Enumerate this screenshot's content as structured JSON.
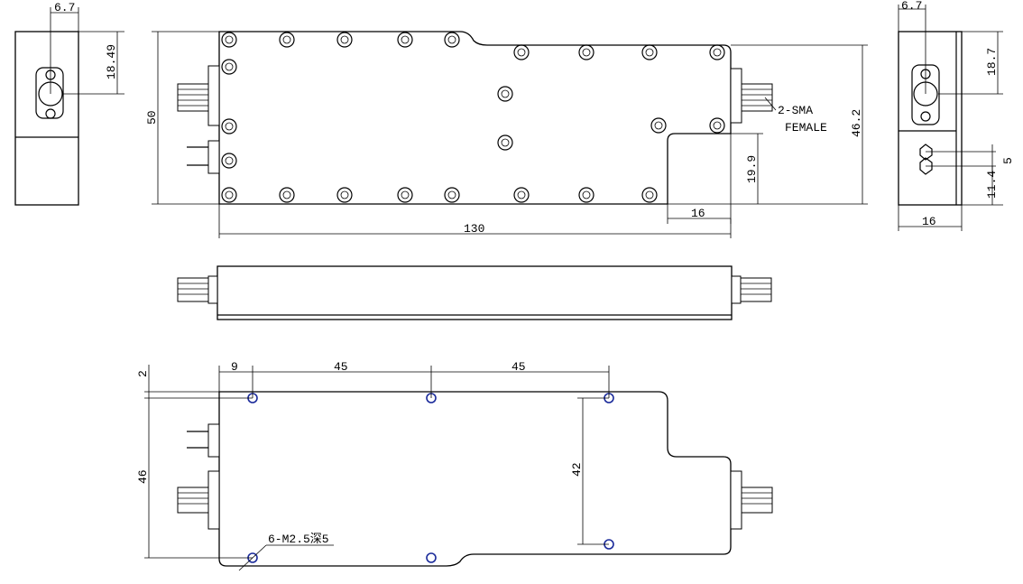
{
  "colors": {
    "line": "#000000",
    "hole": "#1a2a9a",
    "background": "#ffffff"
  },
  "dims": {
    "left_width": "6.7",
    "left_height": "18.49",
    "top_height": "50",
    "right_height": "46.2",
    "step_height": "19.9",
    "step_width": "16",
    "total_length": "130",
    "side_width": "6.7",
    "side_height": "18.7",
    "side_pin_gap": "5",
    "side_pin_height": "11.4",
    "side_depth": "16",
    "bottom_offset": "2",
    "bottom_x1": "9",
    "bottom_x2": "45",
    "bottom_x3": "45",
    "bottom_height": "46",
    "hole_span": "42"
  },
  "labels": {
    "connector_line1": "2-SMA",
    "connector_line2": "FEMALE",
    "holes_note": "6-M2.5深5"
  }
}
